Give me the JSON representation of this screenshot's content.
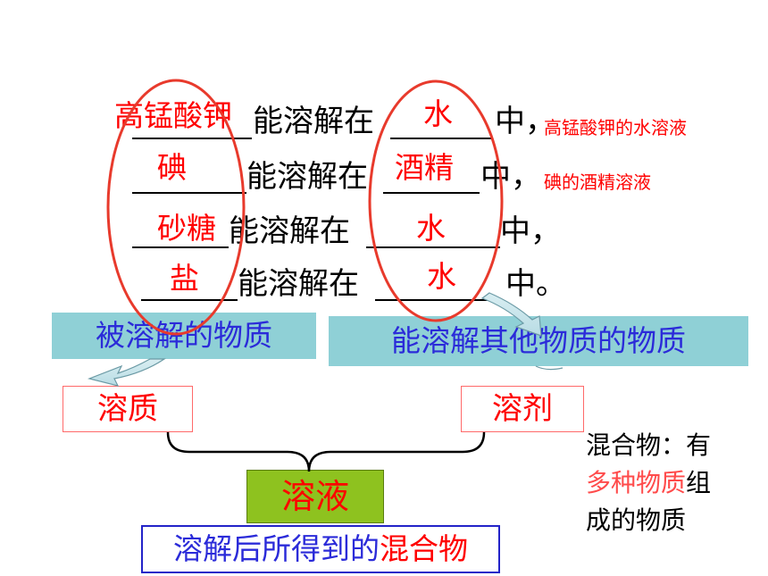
{
  "sentences": [
    {
      "verb": "能溶解在",
      "end": "中，",
      "solute": "高锰酸钾",
      "solvent": "水",
      "note": "高锰酸钾的水溶液"
    },
    {
      "verb": "能溶解在",
      "end": "中，",
      "solute": "碘",
      "solvent": "酒精",
      "note": "碘的酒精溶液"
    },
    {
      "verb": "能溶解在",
      "end": "中，",
      "solute": "砂糖",
      "solvent": "水",
      "note": ""
    },
    {
      "verb": "能溶解在",
      "end": "中。",
      "solute": "盐",
      "solvent": "水",
      "note": ""
    }
  ],
  "boxes": {
    "dissolved_label": "被溶解的物质",
    "dissolver_label": "能溶解其他物质的物质",
    "solute": "溶质",
    "solvent": "溶剂",
    "solution": "溶液",
    "definition_prefix": "溶解后所得到的",
    "definition_highlight": "混合物"
  },
  "side_note": {
    "line1": "混合物：有",
    "highlight": "多种物质",
    "tail": "组",
    "line3": "成的物质"
  },
  "colors": {
    "answer_red": "#ff0000",
    "teal": "#8fd0d6",
    "blue_text": "#2b2bd9",
    "green": "#8ec21f",
    "ellipse": "#e83a2c"
  }
}
